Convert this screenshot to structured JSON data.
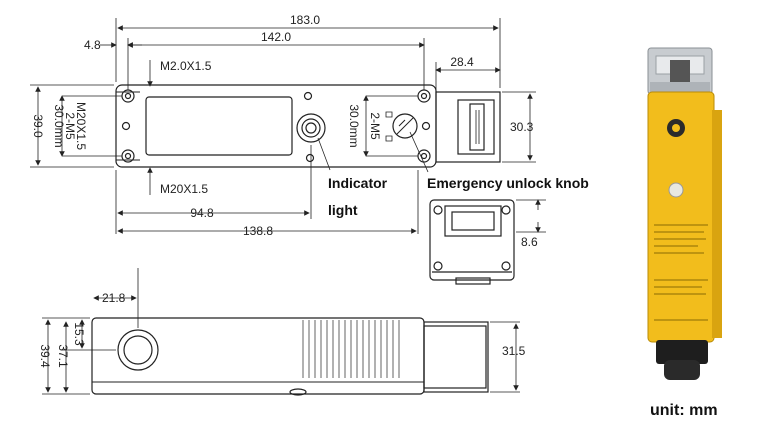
{
  "dimensions": {
    "overall_length": "183.0",
    "hole_spacing": "142.0",
    "left_offset": "4.8",
    "head_width": "28.4",
    "head_height": "30.3",
    "thread_top": "M2.0X1.5",
    "thread_bottom": "M20X1.5",
    "left_thread": "M20X1.5",
    "left_holes": "2-M5",
    "left_spacing": "30.0mm",
    "right_holes": "2-M5",
    "right_spacing": "30.0mm",
    "body_height": "39.0",
    "indicator_distance": "94.8",
    "knob_distance": "138.8",
    "head_depth": "8.6",
    "conduit_offset": "21.8",
    "conduit_center": "15.3",
    "side_a": "37.1",
    "side_b": "39.4",
    "side_head": "31.5"
  },
  "callouts": {
    "indicator_line1": "Indicator",
    "indicator_line2": "light",
    "emergency": "Emergency unlock knob"
  },
  "unit_label": "unit: mm",
  "colors": {
    "body_yellow": "#f2bd1c",
    "line": "#222222"
  }
}
